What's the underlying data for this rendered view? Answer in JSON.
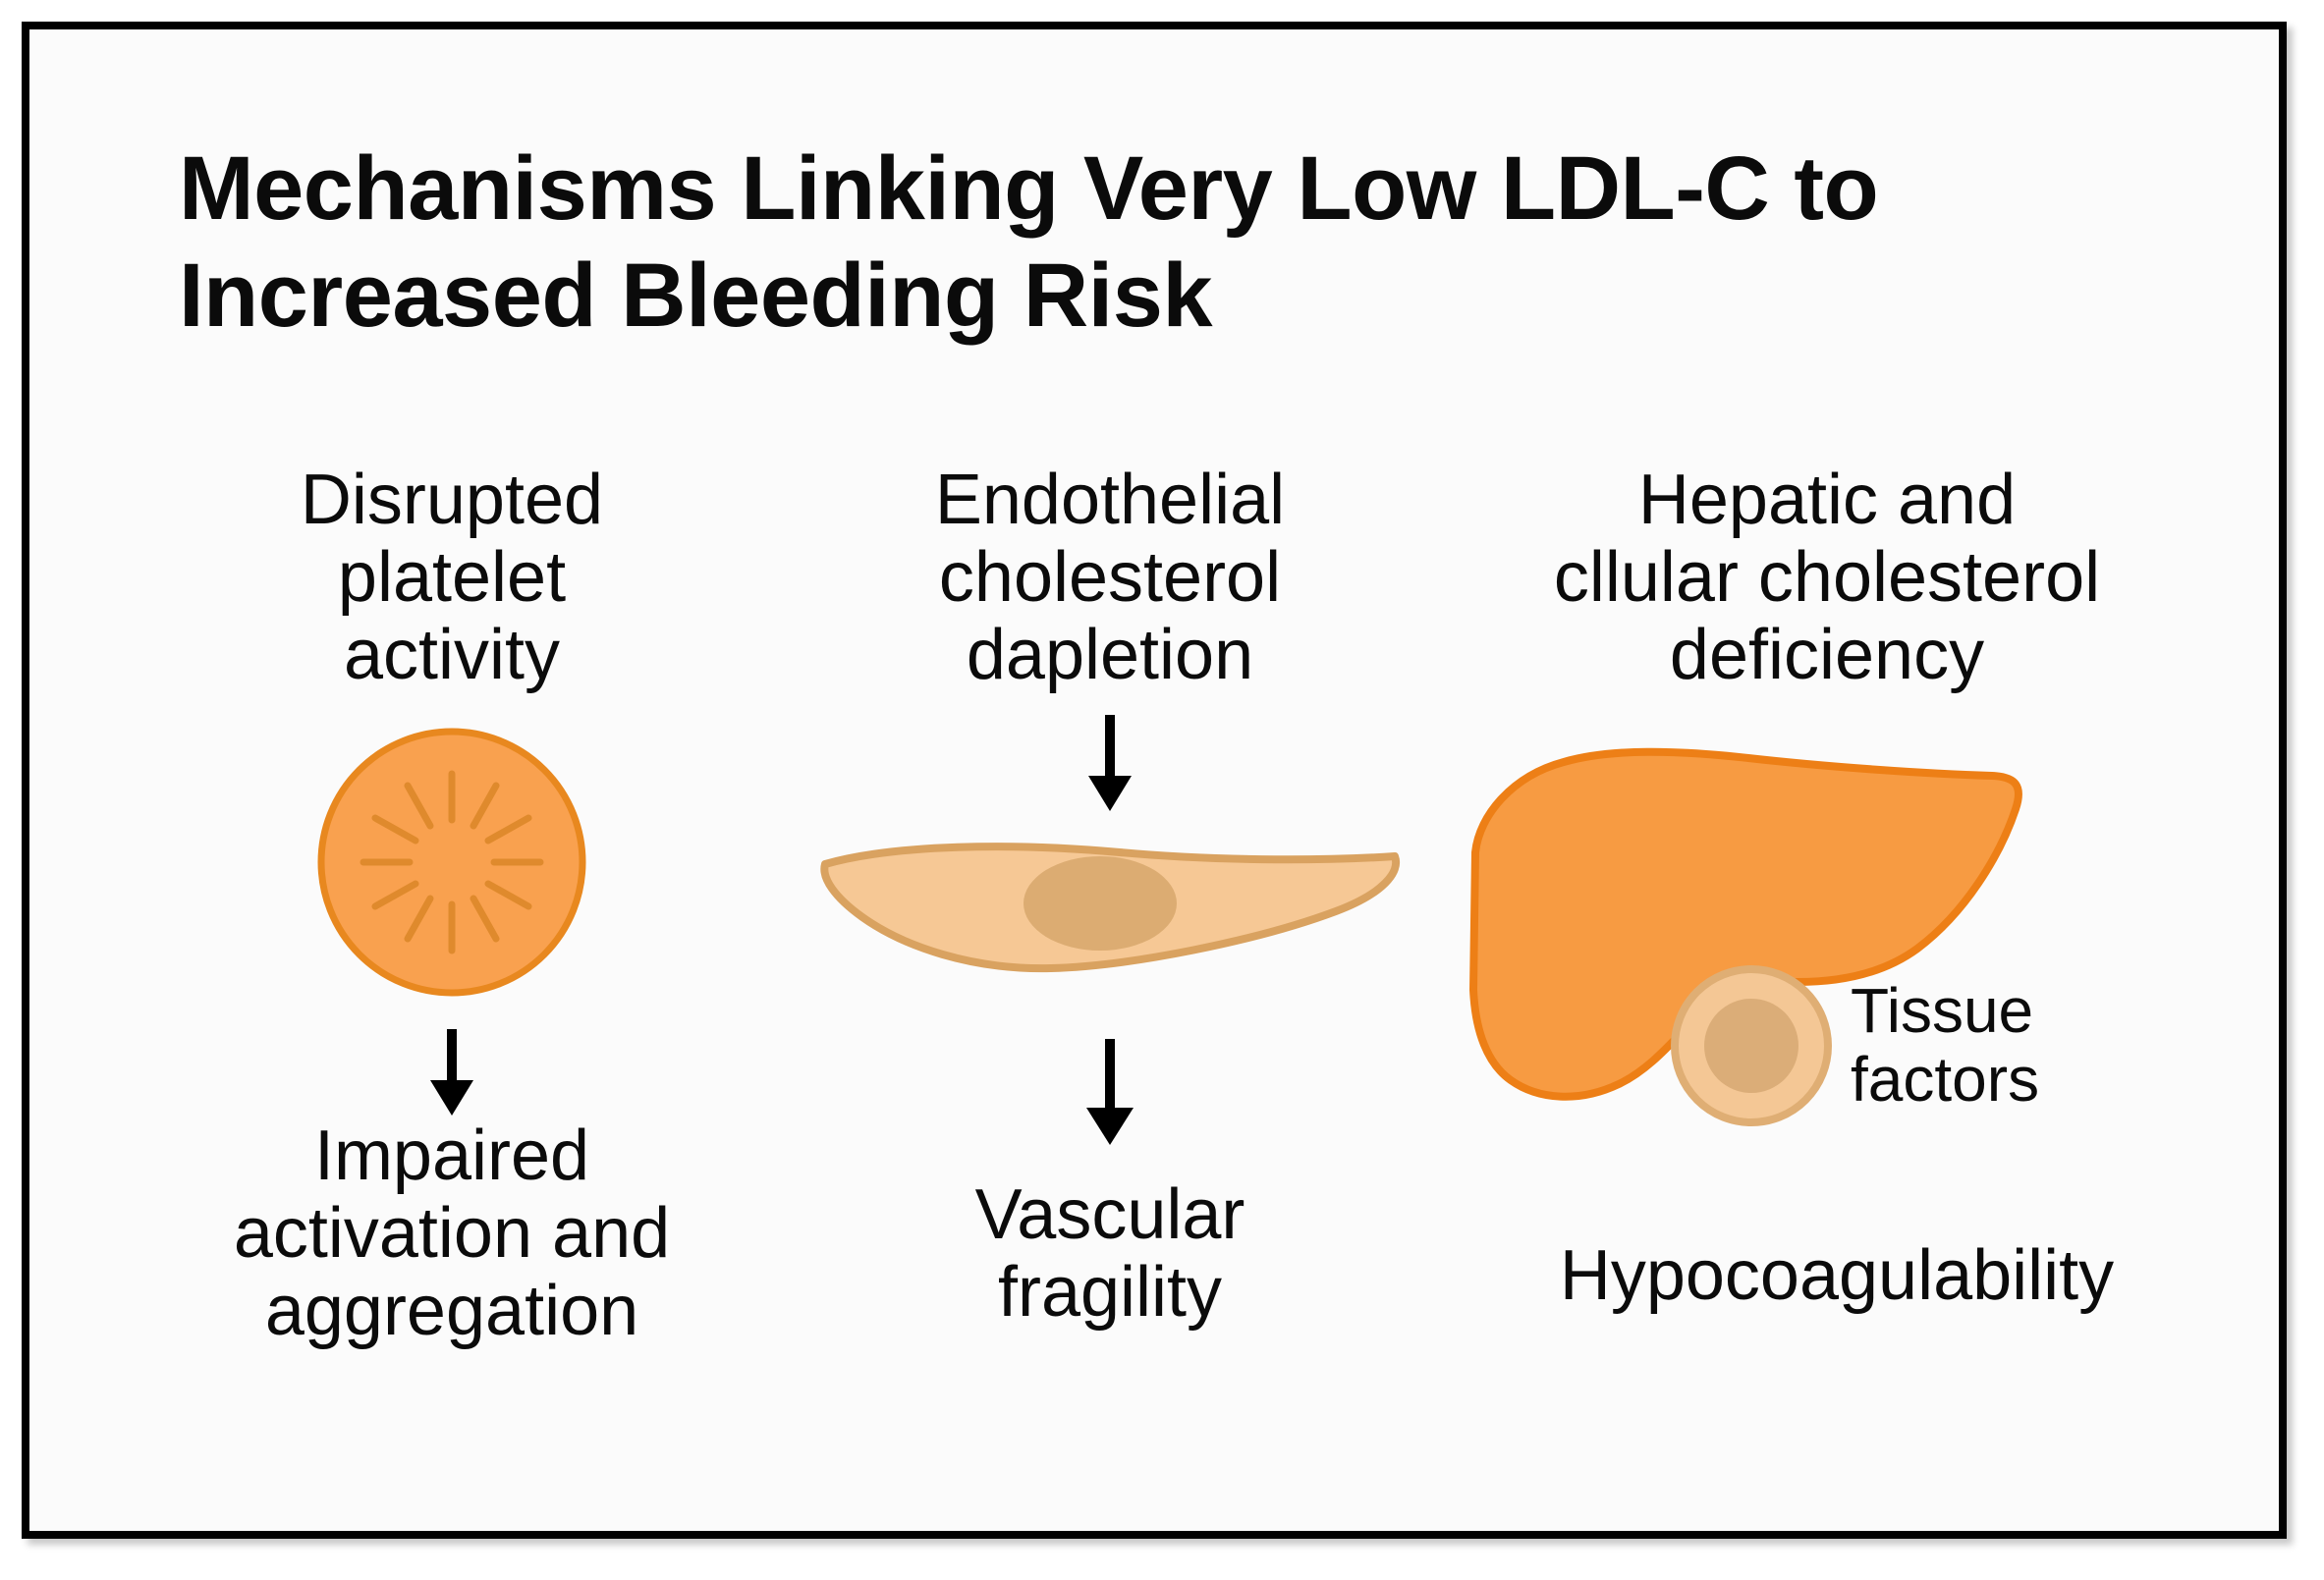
{
  "figure": {
    "title": "Mechanisms Linking Very Low LDL-C to\nIncreased Bleeding Risk",
    "border_color": "#000000",
    "background_color": "#fbfbfb"
  },
  "palette": {
    "platelet_fill": "#F9A14F",
    "platelet_stroke": "#E8881F",
    "platelet_spoke": "#E08A2E",
    "endothelial_fill": "#F6C895",
    "endothelial_stroke": "#D9A260",
    "endothelial_nucleus": "#DCAC72",
    "liver_fill": "#F79B42",
    "liver_stroke": "#ED7F16",
    "tissue_cell_fill": "#F4C795",
    "tissue_cell_stroke": "#DFAE74",
    "tissue_cell_nucleus": "#DBAD78",
    "arrow_color": "#000000",
    "text_color": "#0b0b0b"
  },
  "columns": [
    {
      "id": "platelet",
      "heading": "Disrupted\nplatelet\nactivity",
      "graphic": "platelet-circle-icon",
      "arrow": "arrow-down-icon",
      "outcome": "Impaired\nactivation and\naggregation"
    },
    {
      "id": "endothelial",
      "heading": "Endothelial\ncholesterol\ndapletion",
      "graphic": "endothelial-cell-icon",
      "arrow_top": "arrow-down-icon",
      "arrow_bottom": "arrow-down-icon",
      "outcome": "Vascular\nfragility"
    },
    {
      "id": "hepatic",
      "heading": "Hepatic and\ncllular cholesterol\ndeficiency",
      "graphic": "liver-icon",
      "callout_graphic": "tissue-factor-cell-icon",
      "callout_label": "Tissue\nfactors",
      "outcome": "Hypocoagulability"
    }
  ]
}
